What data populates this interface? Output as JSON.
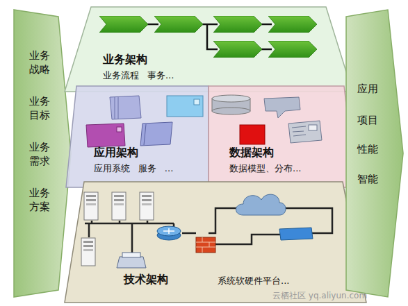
{
  "diagram": {
    "nodes": [
      {
        "text": [
          "业务 战略",
          "业务 目标",
          "业务 需求",
          "业务 方案"
        ]
      },
      {
        "text": [
          "业务架构",
          "业务流程 事务..."
        ]
      },
      {
        "text": [
          "应用架构",
          "应用系统 服务 ..."
        ]
      },
      {
        "text": [
          "数据架构",
          "数据模型、分布..."
        ]
      },
      {
        "text": [
          "技术架构",
          "系统软硬件平台..."
        ]
      },
      {
        "text": [
          "应用",
          "项目",
          "性能",
          "智能"
        ]
      }
    ],
    "labels": [
      "云栖社区 yq.aliyun.com"
    ]
  }
}
